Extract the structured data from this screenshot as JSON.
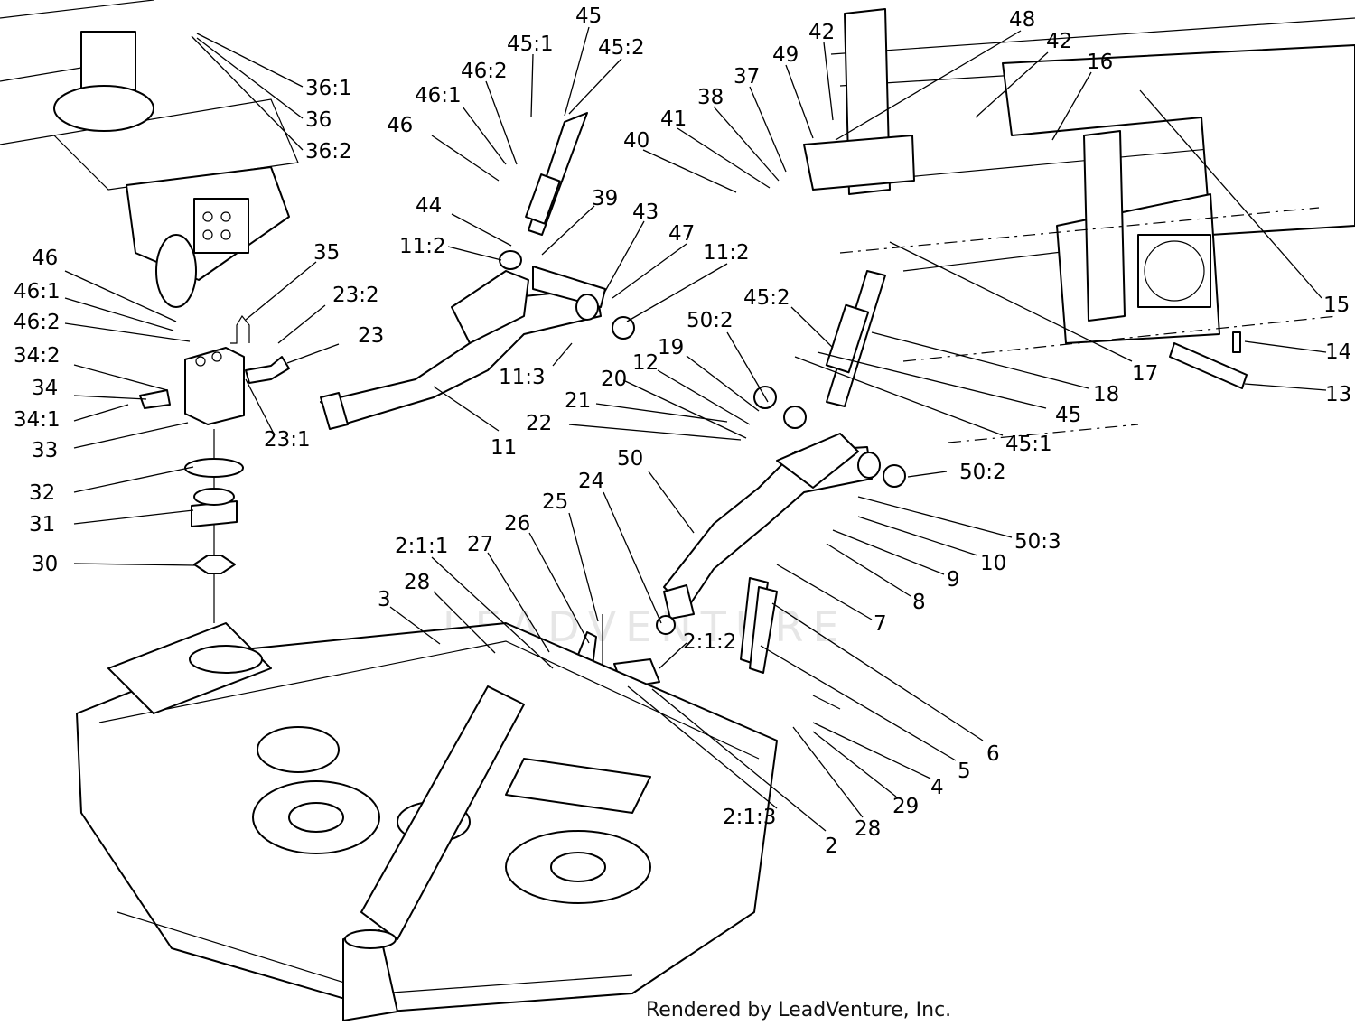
{
  "diagram": {
    "watermark": "LEADVENTURE",
    "footer": "Rendered by LeadVenture, Inc.",
    "callouts": [
      "36:1",
      "36",
      "36:2",
      "45",
      "45:1",
      "45:2",
      "46:2",
      "46:1",
      "46",
      "48",
      "42",
      "42",
      "16",
      "49",
      "37",
      "38",
      "41",
      "40",
      "44",
      "39",
      "43",
      "47",
      "11:2",
      "11:2",
      "11:3",
      "11",
      "46",
      "46:1",
      "46:2",
      "35",
      "23:2",
      "23",
      "23:1",
      "34:2",
      "34",
      "34:1",
      "33",
      "32",
      "31",
      "30",
      "15",
      "14",
      "13",
      "17",
      "18",
      "45",
      "45:1",
      "45:2",
      "50:2",
      "19",
      "12",
      "20",
      "21",
      "22",
      "50:2",
      "50:3",
      "10",
      "9",
      "8",
      "7",
      "6",
      "5",
      "4",
      "29",
      "28",
      "2",
      "2:1:3",
      "2:1:2",
      "24",
      "25",
      "26",
      "27",
      "2:1:1",
      "28",
      "3",
      "50"
    ]
  }
}
